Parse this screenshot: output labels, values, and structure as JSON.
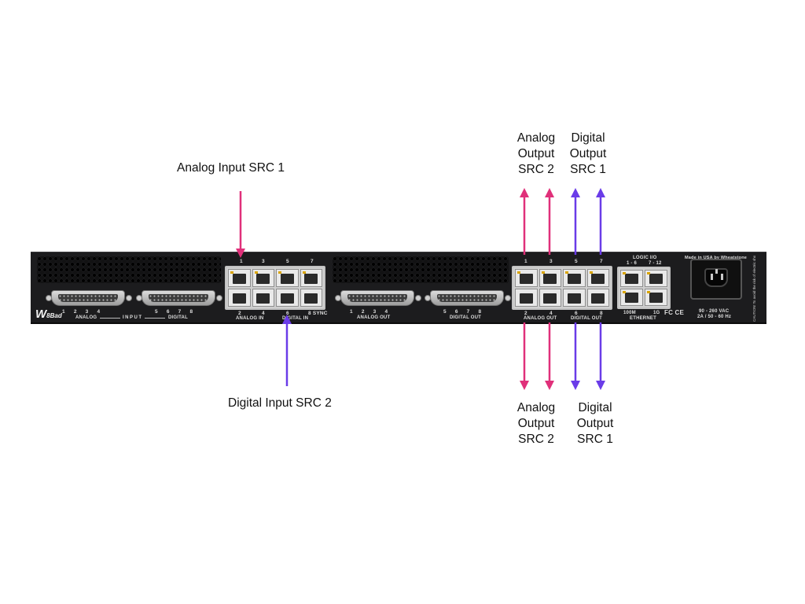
{
  "callouts": {
    "analog_input_src1": "Analog Input SRC 1",
    "digital_input_src2": "Digital Input SRC 2",
    "top_analog_output": [
      "Analog",
      "Output",
      "SRC 2"
    ],
    "top_digital_output": [
      "Digital",
      "Output",
      "SRC 1"
    ],
    "bottom_analog_output": [
      "Analog",
      "Output",
      "SRC 2"
    ],
    "bottom_digital_output": [
      "Digital",
      "Output",
      "SRC 1"
    ]
  },
  "colors": {
    "analog_arrow": "#e0307a",
    "digital_arrow": "#6a3ce8",
    "panel": "#1c1c1e"
  },
  "panel": {
    "logo": "W",
    "logo_model": "8Bad",
    "input_numbers_analog": "1 2 3 4",
    "input_numbers_digital": "5 6 7 8",
    "input_label_analog": "ANALOG",
    "input_label_center": "INPUT",
    "input_label_digital": "DIGITAL",
    "in_top_nums": [
      "1",
      "3",
      "5",
      "7"
    ],
    "in_bottom_nums": [
      "2",
      "4",
      "6",
      "8 SYNC"
    ],
    "in_label_analog": "ANALOG IN",
    "in_label_digital": "DIGITAL IN",
    "ao_numbers": "1 2 3 4",
    "ao_label": "ANALOG OUT",
    "do_numbers": "5 6 7 8",
    "do_label": "DIGITAL OUT",
    "out_top_nums": [
      "1",
      "3",
      "5",
      "7"
    ],
    "out_bottom_nums": [
      "2",
      "4",
      "6",
      "8"
    ],
    "out_label_analog": "ANALOG OUT",
    "out_label_digital": "DIGITAL OUT",
    "logic_title": "LOGIC I/O",
    "logic_left": "1 - 6",
    "logic_right": "7 - 12",
    "eth_left": "100M",
    "eth_right": "1G",
    "eth_label": "ETHERNET",
    "made_in": "Made in USA by Wheatstone",
    "cert": "FC CE",
    "voltage": "90 - 260 VAC",
    "current": "2A / 50 - 60 Hz",
    "caution": "CAUTION! To avoid the risk of electric shock, refer servicing to qualified personnel"
  }
}
